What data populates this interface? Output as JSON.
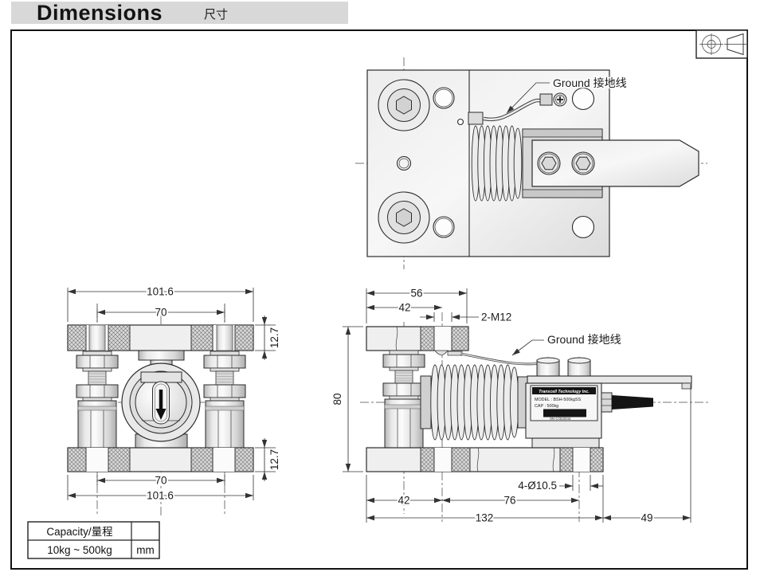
{
  "header": {
    "title": "Dimensions",
    "title_cn": "尺寸"
  },
  "top_view": {
    "ground_label": "Ground 接地线"
  },
  "front_view": {
    "dims": {
      "overall_width_top": "101.6",
      "bolt_spacing_top": "70",
      "plate_thickness_top": "12.7",
      "plate_thickness_bottom": "12.7",
      "bolt_spacing_bottom": "70",
      "overall_width_bottom": "101.6"
    }
  },
  "side_view": {
    "ground_label": "Ground 接地线",
    "dims": {
      "width_56": "56",
      "width_42_top": "42",
      "thread_callout": "2-M12",
      "height_80": "80",
      "hole_callout": "4-Ø10.5",
      "width_42_bottom": "42",
      "width_76": "76",
      "width_132": "132",
      "width_49": "49"
    },
    "nameplate": {
      "brand": "Transcell Technology Inc.",
      "model": "MODEL : BSH-500kgSS",
      "cap": "CAP : 500kg",
      "sn": "SN C/322044"
    }
  },
  "capacity_table": {
    "header_label": "Capacity/量程",
    "header_unit": "",
    "range": "10kg ~ 500kg",
    "unit": "mm"
  }
}
